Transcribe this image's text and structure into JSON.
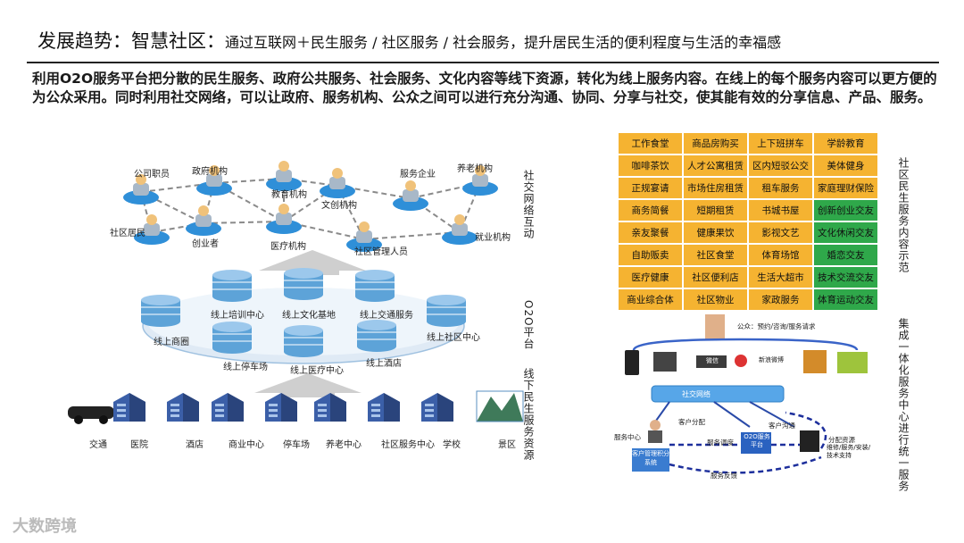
{
  "title": {
    "main": "发展趋势：智慧社区：",
    "sub": "通过互联网＋民生服务 / 社区服务 / 社会服务，提升居民生活的便利程度与生活的幸福感"
  },
  "description": "利用O2O服务平台把分散的民生服务、政府公共服务、社会服务、文化内容等线下资源，转化为线上服务内容。在线上的每个服务内容可以更方便的为公众采用。同时利用社交网络，可以让政府、服务机构、公众之间可以进行充分沟通、协同、分享与社交，使其能有效的分享信息、产品、服务。",
  "left_diagram": {
    "social_nodes": [
      "公司职员",
      "政府机构",
      "服务企业",
      "养老机构",
      "教育机构",
      "文创机构",
      "社区居民",
      "创业者",
      "医疗机构",
      "社区管理人员",
      "就业机构"
    ],
    "platform_nodes": [
      "线上培训中心",
      "线上文化基地",
      "线上交通服务",
      "线上商圈",
      "线上社区中心",
      "线上停车场",
      "线上医疗中心",
      "线上酒店"
    ],
    "resources": [
      "交通",
      "医院",
      "酒店",
      "商业中心",
      "停车场",
      "养老中心",
      "社区服务中心",
      "学校",
      "景区"
    ],
    "labels": {
      "social": "社交网络互动",
      "platform": "O2O平台",
      "offline": "线下民生服务资源"
    },
    "colors": {
      "node": "#2f8fd8",
      "platform": "#7fb3dc",
      "cylinder": "#5da3d8",
      "building": "#3b5fa8",
      "arrow": "#c9c9c9"
    }
  },
  "service_grid": {
    "label": "社区民生服务内容示范",
    "rows": [
      [
        "工作食堂",
        "商品房购买",
        "上下班拼车",
        "学龄教育"
      ],
      [
        "咖啡茶饮",
        "人才公寓租赁",
        "区内短驳公交",
        "美体健身"
      ],
      [
        "正规宴请",
        "市场住房租赁",
        "租车服务",
        "家庭理财保险"
      ],
      [
        "商务简餐",
        "短期租赁",
        "书城书屋",
        "创新创业交友"
      ],
      [
        "亲友聚餐",
        "健康果饮",
        "影视文艺",
        "文化休闲交友"
      ],
      [
        "自助贩卖",
        "社区食堂",
        "体育场馆",
        "婚恋交友"
      ],
      [
        "医疗健康",
        "社区便利店",
        "生活大超市",
        "技术交流交友"
      ],
      [
        "商业综合体",
        "社区物业",
        "家政服务",
        "体育运动交友"
      ]
    ],
    "colors": {
      "yellow": "#f5b331",
      "green": "#2fa84a"
    }
  },
  "flow_diagram": {
    "label": "集成一体化服务中心进行统一服务",
    "public_label": "公众：预约/咨询/服务请求",
    "weibo_label": "新浪微博",
    "weixin_label": "微信",
    "social_bar": "社交网络",
    "service_center": "服务中心",
    "customer_dispatch": "客户分配",
    "customer_feedback": "客户沟通",
    "service_dispatch": "服务调度",
    "o2o_box": "O2O服务平台",
    "crm_box": "客户管理积分系统",
    "dispatch_resources": "分配资源",
    "dispatch_detail": "维修/服务/安装/技术支持",
    "feedback": "服务反馈"
  },
  "watermark": "大数跨境"
}
